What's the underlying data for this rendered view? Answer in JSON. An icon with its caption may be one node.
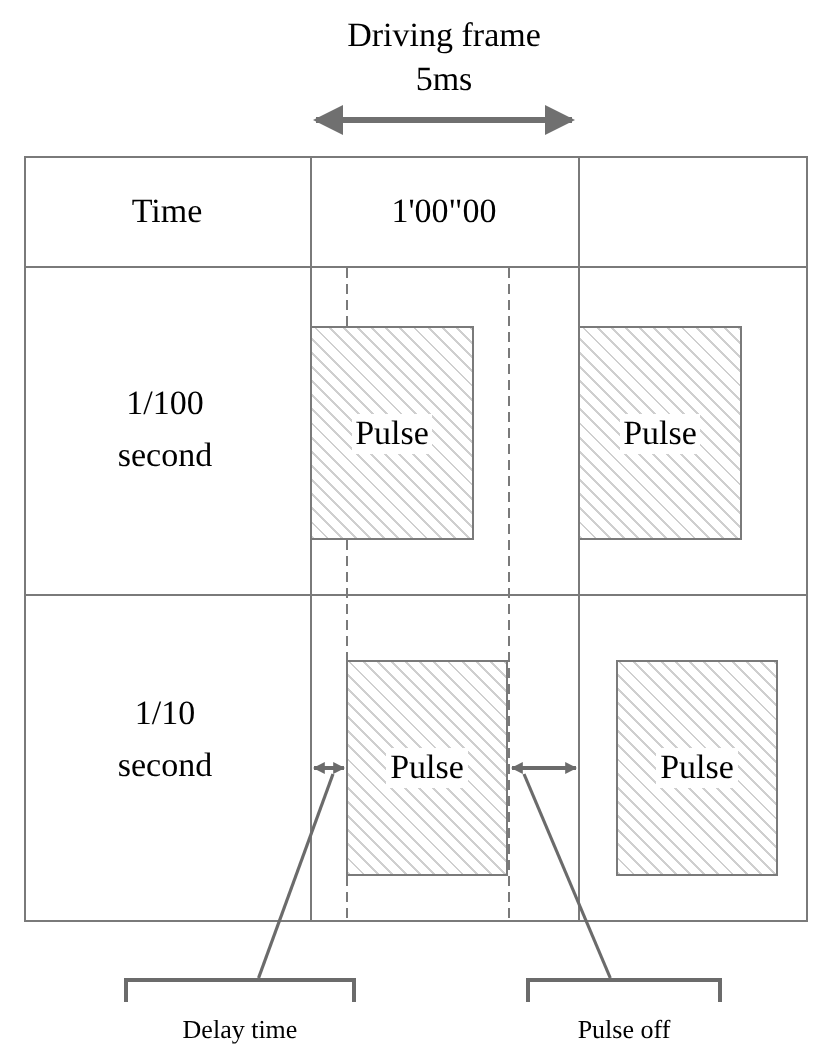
{
  "diagram": {
    "nodes": [
      {
        "text": [
          "Pulse"
        ]
      },
      {
        "text": [
          "Pulse"
        ]
      },
      {
        "text": [
          "Pulse"
        ]
      },
      {
        "text": [
          "Pulse"
        ]
      },
      {
        "text": [
          "Delay time"
        ]
      },
      {
        "text": [
          "Pulse off"
        ]
      },
      {
        "text": [],
        "shape": "arrow"
      },
      {
        "text": [],
        "shape": "arrow"
      }
    ],
    "edges": [
      {
        "from": 4,
        "to": 6,
        "arrow": "none"
      },
      {
        "from": 5,
        "to": 7,
        "arrow": "none"
      }
    ],
    "labels": [
      "Driving frame 5ms",
      "Time",
      "1'00\"00",
      "1/100 second",
      "1/10 second"
    ]
  }
}
